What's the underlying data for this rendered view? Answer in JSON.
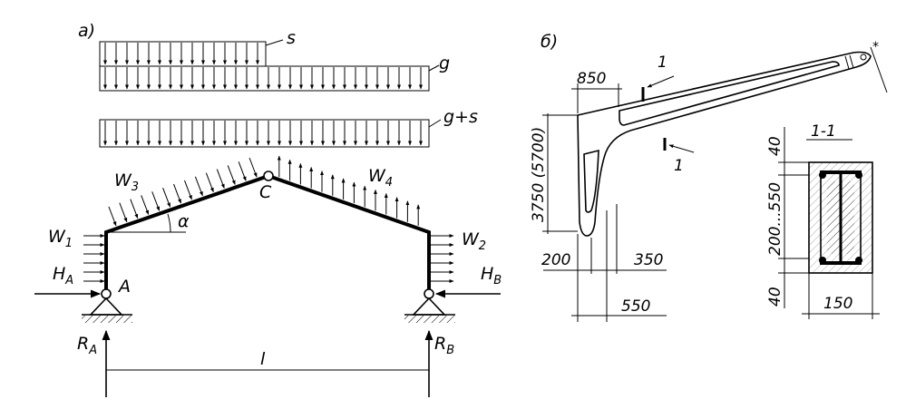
{
  "part_a": {
    "label": "а)",
    "load_s": "s",
    "load_g": "g",
    "load_gs": "g+s",
    "wind_w1": "W",
    "wind_w1_sub": "1",
    "wind_w2": "W",
    "wind_w2_sub": "2",
    "wind_w3": "W",
    "wind_w3_sub": "3",
    "wind_w4": "W",
    "wind_w4_sub": "4",
    "angle": "α",
    "node_a": "A",
    "node_c": "C",
    "h_a": "H",
    "h_a_sub": "A",
    "h_b": "H",
    "h_b_sub": "B",
    "r_a": "R",
    "r_a_sub": "A",
    "r_b": "R",
    "r_b_sub": "B",
    "span": "l"
  },
  "part_b": {
    "label": "б)",
    "dim_top": "850",
    "dim_height": "3750 (5700)",
    "dim_200": "200",
    "dim_350": "350",
    "dim_550": "550",
    "section_mark_top": "1",
    "section_mark_bottom": "1",
    "section_title": "1-1",
    "sec_dim_40_top": "40",
    "sec_dim_range": "200...550",
    "sec_dim_40_bottom": "40",
    "sec_dim_150": "150"
  }
}
